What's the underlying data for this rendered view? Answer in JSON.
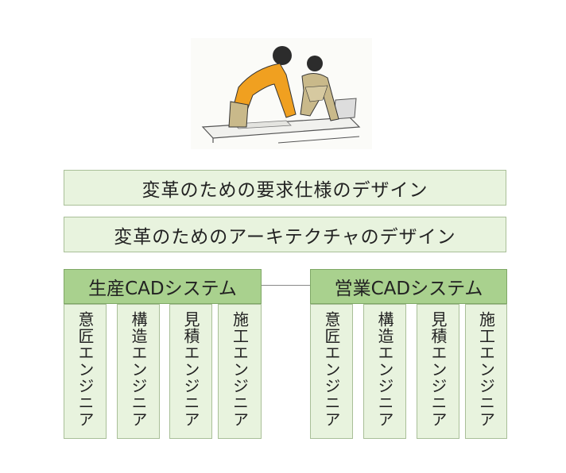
{
  "illustration": {
    "icon": "two-engineers-at-desk-illustration"
  },
  "layers": [
    "変革のための要求仕様のデザイン",
    "変革のためのアーキテクチャのデザイン"
  ],
  "systems": [
    {
      "name": "生産CADシステム",
      "roles": [
        "意匠エンジニア",
        "構造エンジニア",
        "見積エンジニア",
        "施工エンジニア"
      ]
    },
    {
      "name": "営業CADシステム",
      "roles": [
        "意匠エンジニア",
        "構造エンジニア",
        "見積エンジニア",
        "施工エンジニア"
      ]
    }
  ],
  "colors": {
    "light_green": "#e8f3de",
    "header_green": "#a9d18e",
    "shirt_orange": "#f0a020",
    "pants_khaki": "#c9b98a"
  }
}
